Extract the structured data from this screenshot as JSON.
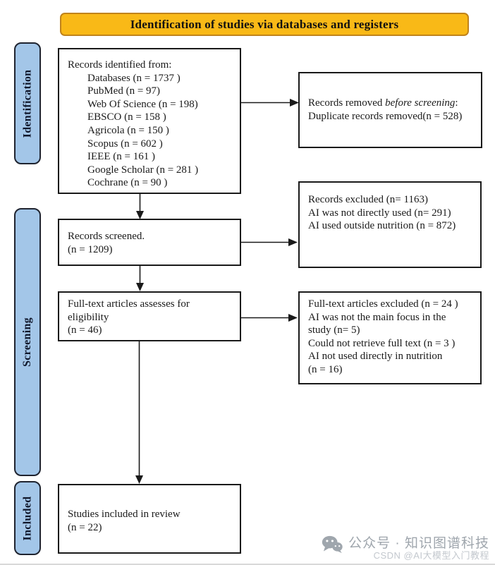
{
  "banner": {
    "title": "Identification of studies via databases and registers"
  },
  "stages": {
    "identification": "Identification",
    "screening": "Screening",
    "included": "Included"
  },
  "boxes": {
    "records_identified": {
      "heading": "Records identified from:",
      "items": [
        "Databases (n = 1737 )",
        "PubMed (n = 97)",
        "Web Of Science (n = 198)",
        "EBSCO (n = 158 )",
        "Agricola (n = 150 )",
        "Scopus (n = 602 )",
        "IEEE (n = 161 )",
        "Google Scholar (n = 281 )",
        "Cochrane (n = 90 )"
      ]
    },
    "records_removed": {
      "prefix": "Records removed ",
      "italic": "before screening",
      "suffix": ":",
      "line2": "Duplicate records removed(n = 528)"
    },
    "records_screened": {
      "lines": [
        "Records screened.",
        "(n = 1209)"
      ]
    },
    "records_excluded": {
      "lines": [
        "Records excluded (n= 1163)",
        "AI was not directly used (n= 291)",
        "AI used outside nutrition (n = 872)"
      ]
    },
    "fulltext_assessed": {
      "lines": [
        "Full-text articles assesses for",
        "eligibility",
        "(n = 46)"
      ]
    },
    "fulltext_excluded": {
      "lines": [
        "Full-text articles excluded (n = 24 )",
        "AI was not the main focus in the",
        "study  (n= 5)",
        "Could not retrieve full text (n = 3 )",
        "AI not used directly in nutrition",
        "(n = 16)"
      ]
    },
    "studies_included": {
      "lines": [
        "Studies included in review",
        "(n = 22)"
      ]
    }
  },
  "watermark": {
    "icon": "wechat-icon",
    "line1": "公众号 · 知识图谱科技",
    "line2": "CSDN @AI大模型入门教程"
  },
  "colors": {
    "banner_fill": "#F9B917",
    "banner_border": "#C0831B",
    "stage_fill": "#A3C6E8",
    "box_border": "#1a1a1a",
    "watermark_gray": "#9FA6AD"
  }
}
